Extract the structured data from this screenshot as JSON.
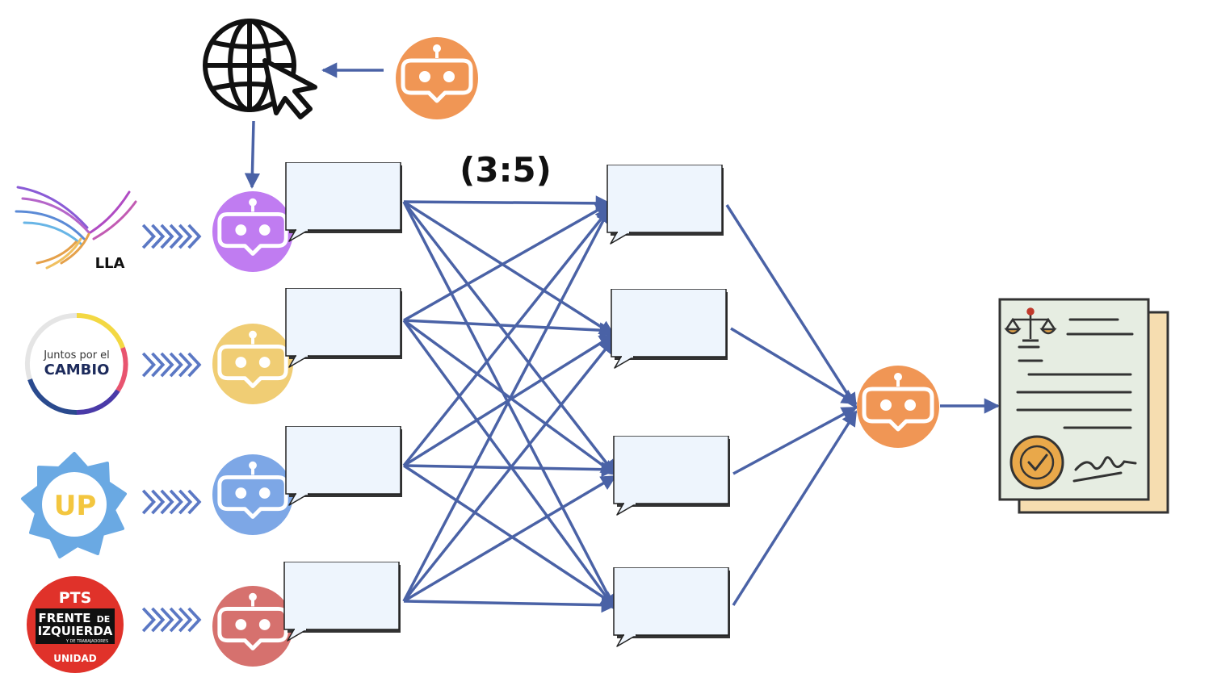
{
  "diagram": {
    "top_label": "(3:5)",
    "party_logos": [
      {
        "name": "lla-logo",
        "text_lines": [
          "LLA"
        ]
      },
      {
        "name": "juntos-por-el-cambio-logo",
        "text_lines": [
          "Juntos por el",
          "CAMBIO"
        ]
      },
      {
        "name": "up-logo",
        "text_lines": [
          "UP"
        ]
      },
      {
        "name": "fit-unidad-logo",
        "text_lines": [
          "PTS",
          "FRENTE",
          "DE",
          "IZQUIERDA",
          "Y DE TRABAJADORES",
          "UNIDAD"
        ]
      }
    ],
    "colors": {
      "arrow": "#4a62a6",
      "agent_search": "#f09655",
      "agent_lla": "#c07cf1",
      "agent_jxc": "#f0cd74",
      "agent_up": "#7da7e6",
      "agent_fit": "#d6716e",
      "agent_judge": "#f09655",
      "speech_bubble": "#eef5fd",
      "document_paper": "#e6ede2",
      "document_back": "#f6ddb0",
      "seal": "#e9a84a"
    },
    "icons": [
      "globe-cursor-icon",
      "robot-icon",
      "speech-bubble",
      "legal-document-icon",
      "scales-icon",
      "seal-check-icon",
      "signature-icon"
    ]
  }
}
